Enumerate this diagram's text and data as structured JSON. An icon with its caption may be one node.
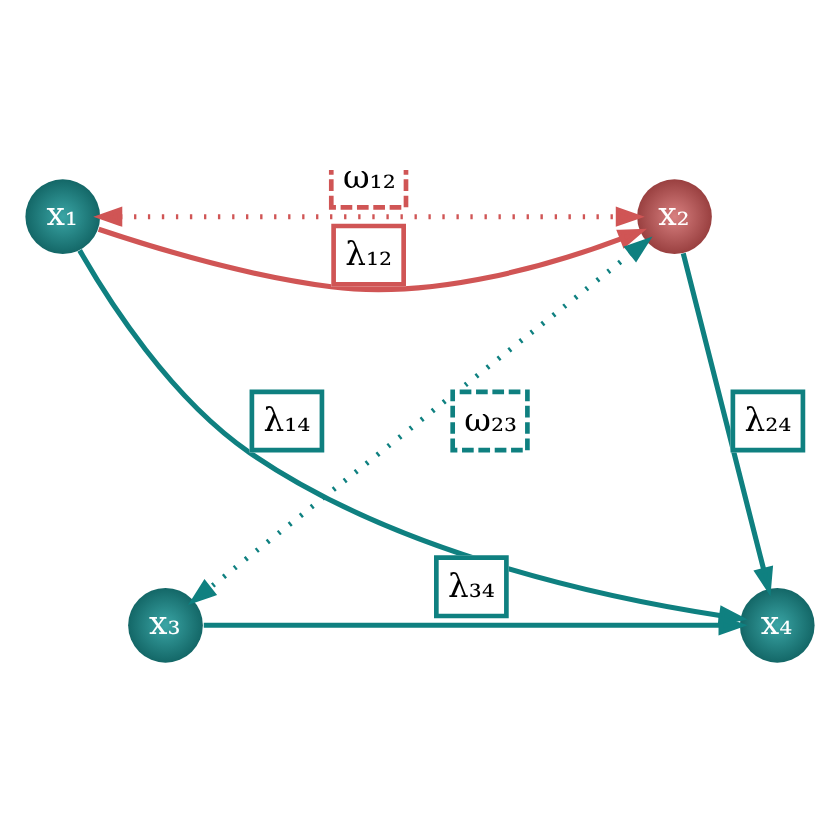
{
  "diagram": {
    "nodes": [
      {
        "text": [
          "x₁"
        ]
      },
      {
        "text": [
          "x₂"
        ]
      },
      {
        "text": [
          "x₃"
        ]
      },
      {
        "text": [
          "x₄"
        ]
      }
    ],
    "edges": [
      {
        "from": 0,
        "to": 1,
        "arrow": "both",
        "label": "ω₁₂",
        "style": "dashed",
        "color": "#d05555"
      },
      {
        "from": 0,
        "to": 1,
        "arrow": "to",
        "label": "λ₁₂",
        "color": "#d05555"
      },
      {
        "from": 0,
        "to": 3,
        "arrow": "to",
        "label": "λ₁₄"
      },
      {
        "from": 1,
        "to": 2,
        "arrow": "both",
        "label": "ω₂₃",
        "style": "dashed"
      },
      {
        "from": 1,
        "to": 3,
        "arrow": "to",
        "label": "λ₂₄"
      },
      {
        "from": 2,
        "to": 3,
        "arrow": "to",
        "label": "λ₃₄"
      }
    ]
  }
}
